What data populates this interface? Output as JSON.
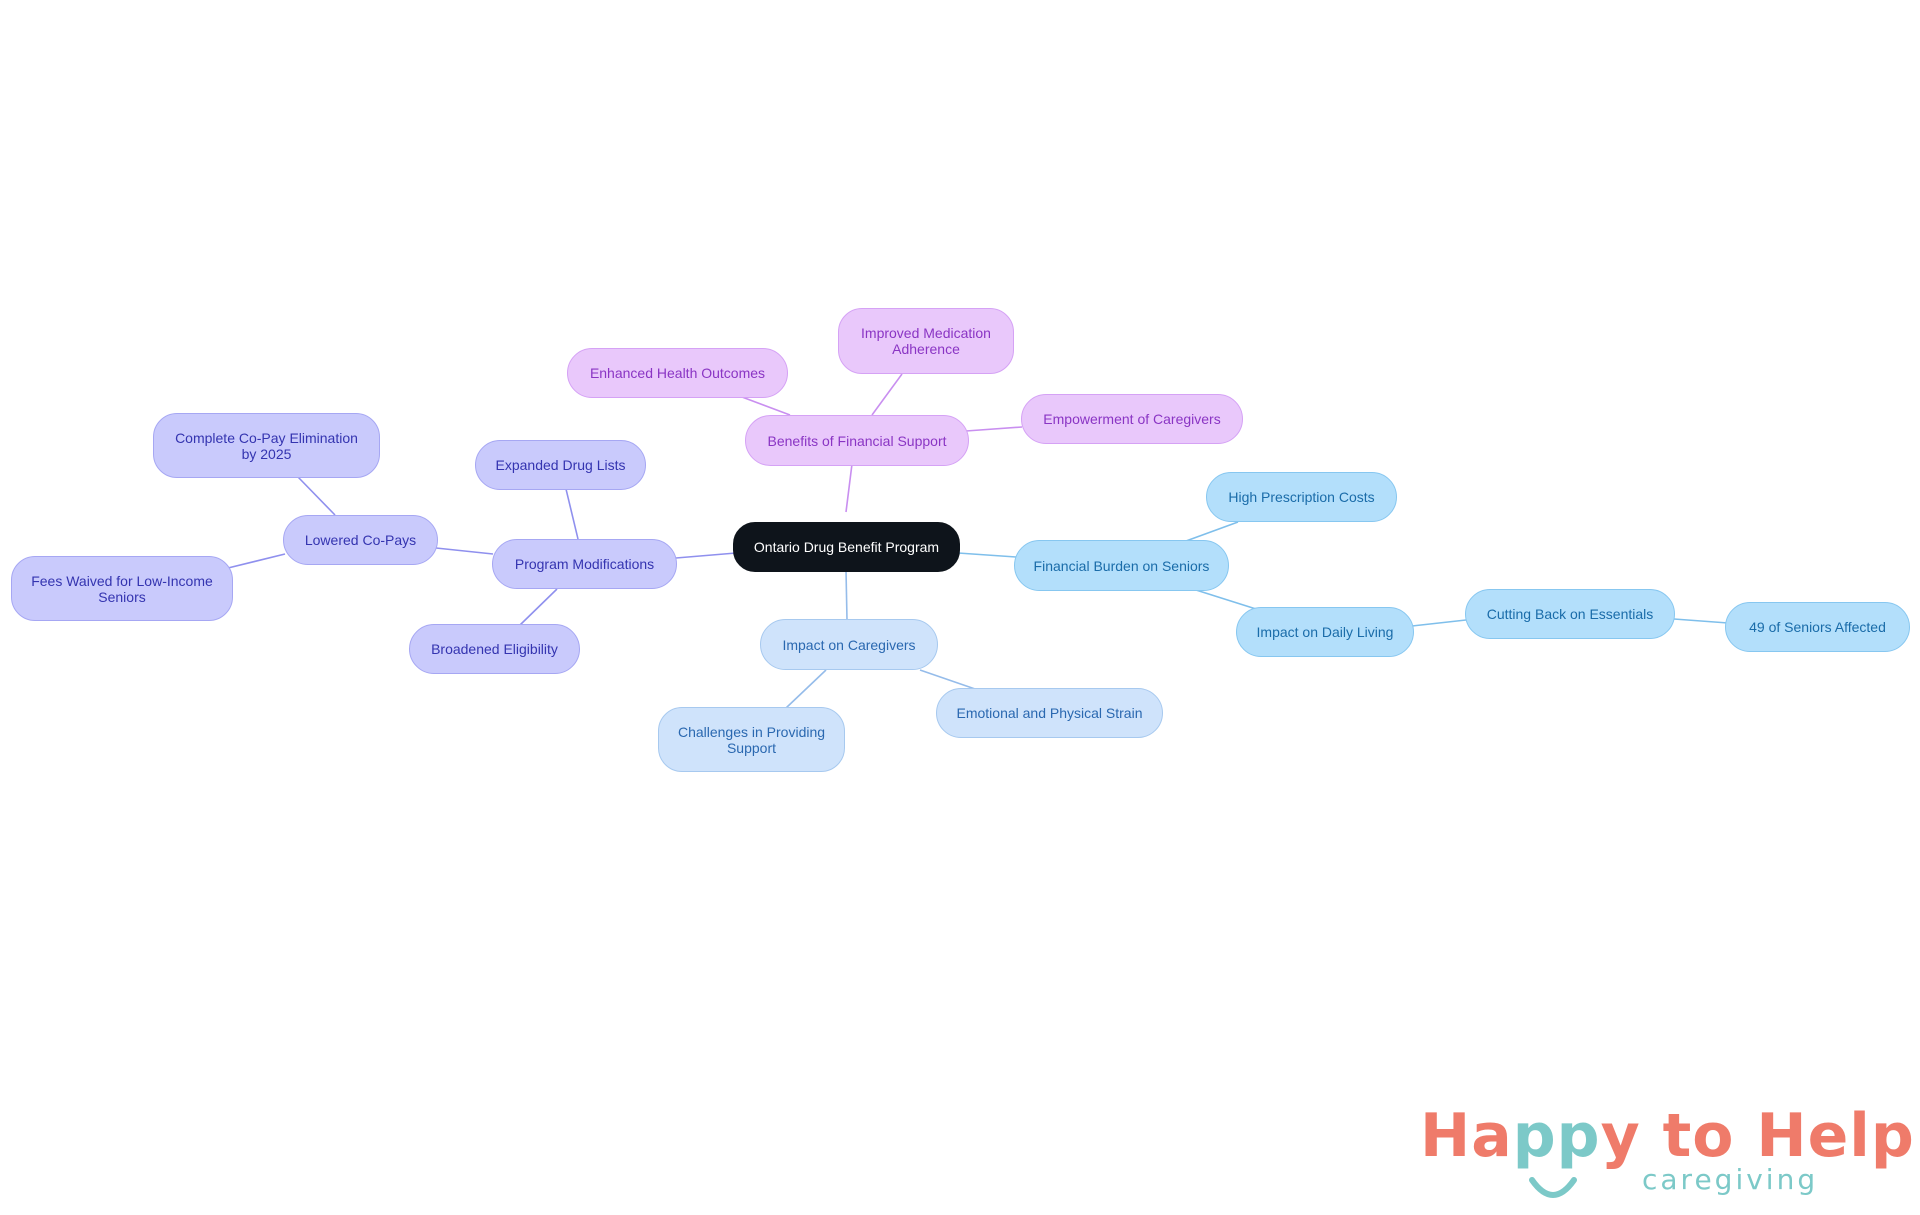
{
  "diagram": {
    "root": "Ontario Drug Benefit Program",
    "branches": {
      "benefits": {
        "label": "Benefits of Financial Support",
        "children": [
          "Enhanced Health Outcomes",
          "Improved Medication Adherence",
          "Empowerment of Caregivers"
        ]
      },
      "modifications": {
        "label": "Program Modifications",
        "children": [
          "Expanded Drug Lists",
          "Lowered Co-Pays",
          "Broadened Eligibility"
        ],
        "lowered_copays_children": [
          "Complete Co-Pay Elimination by 2025",
          "Fees Waived for Low-Income Seniors"
        ]
      },
      "financial": {
        "label": "Financial Burden on Seniors",
        "children": [
          "High Prescription Costs",
          "Impact on Daily Living"
        ],
        "daily_living_children": [
          "Cutting Back on Essentials"
        ],
        "essentials_children": [
          "49 of Seniors Affected"
        ]
      },
      "caregivers": {
        "label": "Impact on Caregivers",
        "children": [
          "Challenges in Providing Support",
          "Emotional and Physical Strain"
        ]
      }
    }
  },
  "logo": {
    "title_part1": "Ha",
    "title_part2": "pp",
    "title_part3": "y to Help",
    "subtitle": "caregiving"
  },
  "colors": {
    "root": "#0e141b",
    "purple_branch": "#e9c8fb",
    "indigo_branch": "#c9cafc",
    "blue_branch": "#b3dffb",
    "light_blue_branch": "#cfe3fb",
    "logo_coral": "#ef7b6a",
    "logo_teal": "#7cc9c8"
  }
}
